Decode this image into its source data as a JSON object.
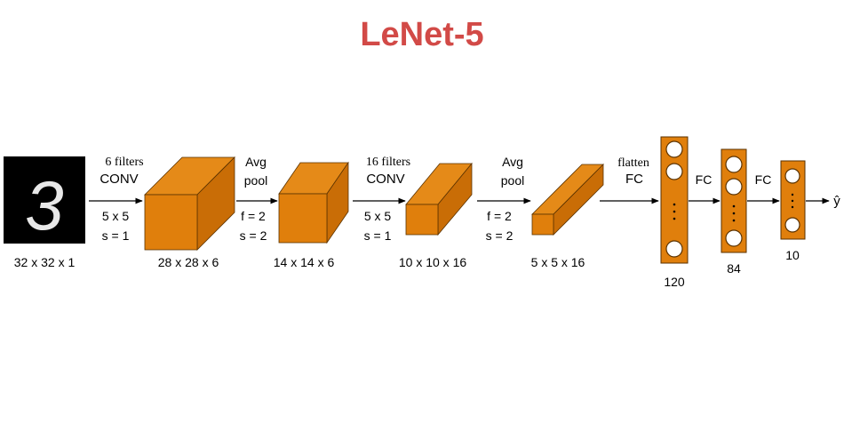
{
  "title": "LeNet-5",
  "input": {
    "digit": "3",
    "dims": "32 x 32 x 1"
  },
  "conv1": {
    "top1": "6 filters",
    "top2": "CONV",
    "bot1": "5 x 5",
    "bot2": "s = 1",
    "dims": "28 x 28 x 6"
  },
  "pool1": {
    "top1": "Avg",
    "top2": "pool",
    "bot1": "f = 2",
    "bot2": "s = 2",
    "dims": "14 x 14 x 6"
  },
  "conv2": {
    "top1": "16 filters",
    "top2": "CONV",
    "bot1": "5 x 5",
    "bot2": "s = 1",
    "dims": "10 x 10 x 16"
  },
  "pool2": {
    "top1": "Avg",
    "top2": "pool",
    "bot1": "f = 2",
    "bot2": "s = 2",
    "dims": "5 x 5 x 16"
  },
  "flatten": {
    "top1": "flatten",
    "top2": "FC"
  },
  "fc1": {
    "units": "120",
    "arrow_label": "FC"
  },
  "fc2": {
    "units": "84",
    "arrow_label": "FC"
  },
  "fc3": {
    "units": "10"
  },
  "output": {
    "symbol": "ŷ"
  },
  "colors": {
    "title": "#d24a47",
    "block": "#e07f0c"
  }
}
